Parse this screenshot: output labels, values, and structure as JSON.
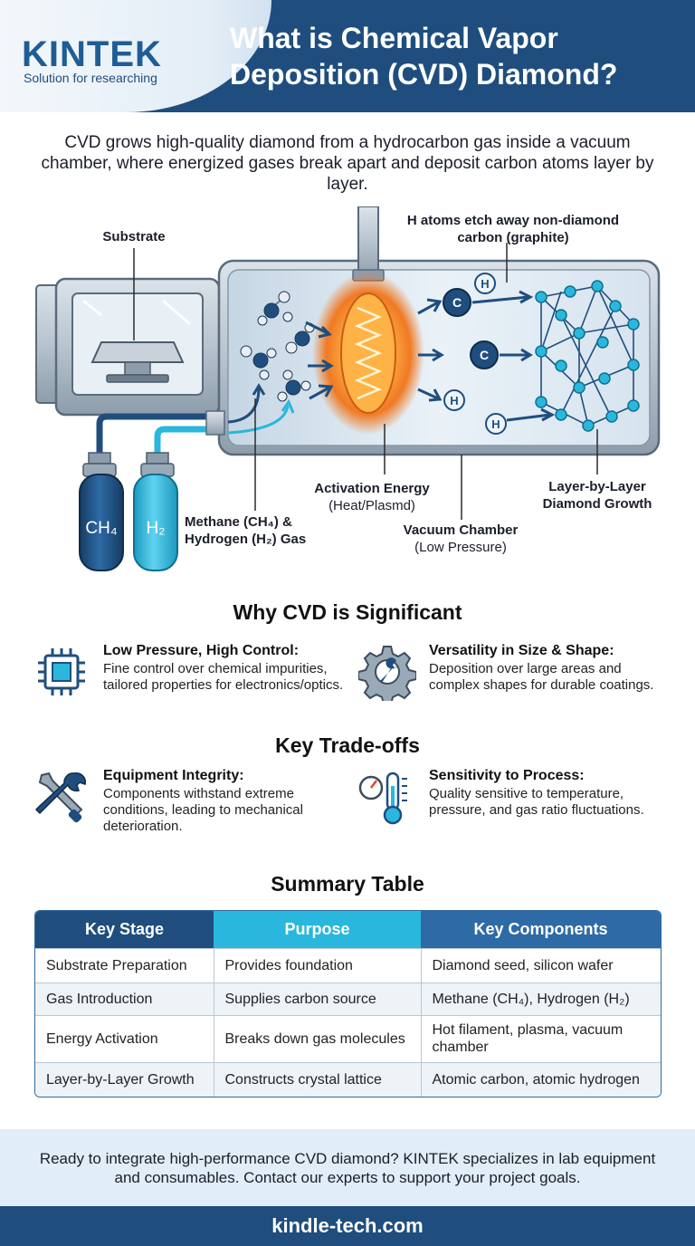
{
  "header": {
    "logo": "KINTEK",
    "tagline": "Solution for researching",
    "title": "What is Chemical Vapor Deposition (CVD) Diamond?"
  },
  "intro": "CVD grows high-quality diamond from a hydrocarbon gas inside a vacuum chamber, where energized gases break apart and deposit carbon atoms layer by layer.",
  "diagram": {
    "substrate": "Substrate",
    "h_etch": "H atoms etch away non-diamond carbon (graphite)",
    "activation_title": "Activation Energy",
    "activation_sub": "(Heat/Plasmd)",
    "growth": "Layer-by-Layer Diamond Growth",
    "gas_line1": "Methane (CH₄) &",
    "gas_line2": "Hydrogen (H₂) Gas",
    "chamber_title": "Vacuum Chamber",
    "chamber_sub": "(Low Pressure)",
    "tank1": "CH₄",
    "tank2": "H₂",
    "atom_c": "C",
    "atom_h": "H",
    "colors": {
      "accent": "#29b7dd",
      "navy": "#1f4e7e",
      "flame": "#f07a24"
    }
  },
  "significance": {
    "title": "Why CVD is Significant",
    "items": [
      {
        "icon": "microchip-icon",
        "head": "Low Pressure, High Control:",
        "body": "Fine control over chemical impurities, tailored properties for electronics/optics."
      },
      {
        "icon": "gear-wrench-icon",
        "head": "Versatility in Size & Shape:",
        "body": "Deposition over large areas and complex shapes for durable coatings."
      }
    ]
  },
  "tradeoffs": {
    "title": "Key Trade-offs",
    "items": [
      {
        "icon": "tools-icon",
        "head": "Equipment Integrity:",
        "body": "Components withstand extreme conditions, leading to mechanical deterioration."
      },
      {
        "icon": "thermometer-gauge-icon",
        "head": "Sensitivity to Process:",
        "body": "Quality sensitive to temperature, pressure, and gas ratio fluctuations."
      }
    ]
  },
  "summary": {
    "title": "Summary Table",
    "headers": [
      "Key Stage",
      "Purpose",
      "Key Components"
    ],
    "rows": [
      [
        "Substrate Preparation",
        "Provides foundation",
        "Diamond seed, silicon wafer"
      ],
      [
        "Gas Introduction",
        "Supplies carbon source",
        "Methane (CH₄), Hydrogen (H₂)"
      ],
      [
        "Energy Activation",
        "Breaks down gas molecules",
        "Hot filament, plasma, vacuum chamber"
      ],
      [
        "Layer-by-Layer Growth",
        "Constructs crystal lattice",
        "Atomic carbon, atomic hydrogen"
      ]
    ]
  },
  "cta": "Ready to integrate high-performance CVD diamond? KINTEK specializes in lab equipment and consumables. Contact our experts to support your project goals.",
  "footer": "kindle-tech.com"
}
